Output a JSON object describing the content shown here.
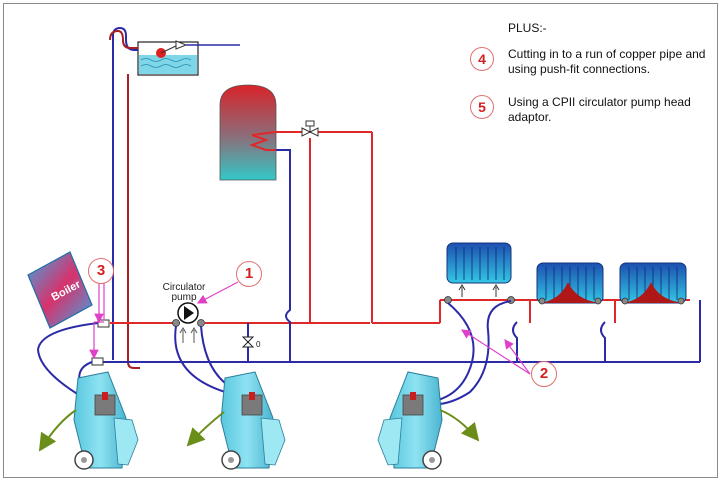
{
  "header": {
    "title": "PLUS:-"
  },
  "notes": [
    {
      "number": "4",
      "text": "Cutting in to a run of copper pipe and using push-fit connections."
    },
    {
      "number": "5",
      "text": "Using a CPII circulator pump head adaptor."
    }
  ],
  "labels": {
    "boiler": "Boiler",
    "circulator_pump": "Circulator pump"
  },
  "callouts": [
    "1",
    "2",
    "3"
  ],
  "colors": {
    "flow_pipe": "#e02828",
    "return_pipe": "#2b2ba8",
    "tank_water": "#7fd6e8",
    "radiator": "#2a9fd6",
    "machine": "#74d6ea",
    "callout_arrow": "#e040c8",
    "flow_arrow": "#6b8e1a"
  }
}
